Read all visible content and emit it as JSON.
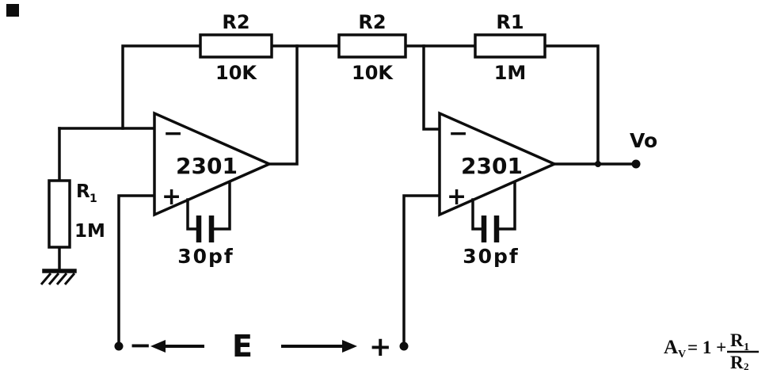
{
  "diagram": {
    "kind": "circuit-schematic",
    "resistors": {
      "r2_left": {
        "ref": "R2",
        "value": "10K"
      },
      "r2_mid": {
        "ref": "R2",
        "value": "10K"
      },
      "r1_top": {
        "ref": "R1",
        "value": "1M"
      },
      "r1_ground": {
        "ref": "R",
        "ref_sub": "1",
        "value": "1M"
      }
    },
    "opamps": {
      "op1": {
        "part": "2301",
        "inv": "−",
        "noninv": "+"
      },
      "op2": {
        "part": "2301",
        "inv": "−",
        "noninv": "+"
      }
    },
    "capacitors": {
      "c1": {
        "value": "30pf"
      },
      "c2": {
        "value": "30pf"
      }
    },
    "io": {
      "output": "Vo",
      "source": "E",
      "neg_terminal": "−",
      "pos_terminal": "+"
    },
    "formula": {
      "a": "A",
      "a_sub": "V",
      "mid": "= 1 +",
      "num": "R",
      "num_sub": "1",
      "den": "R",
      "den_sub": "2"
    }
  }
}
